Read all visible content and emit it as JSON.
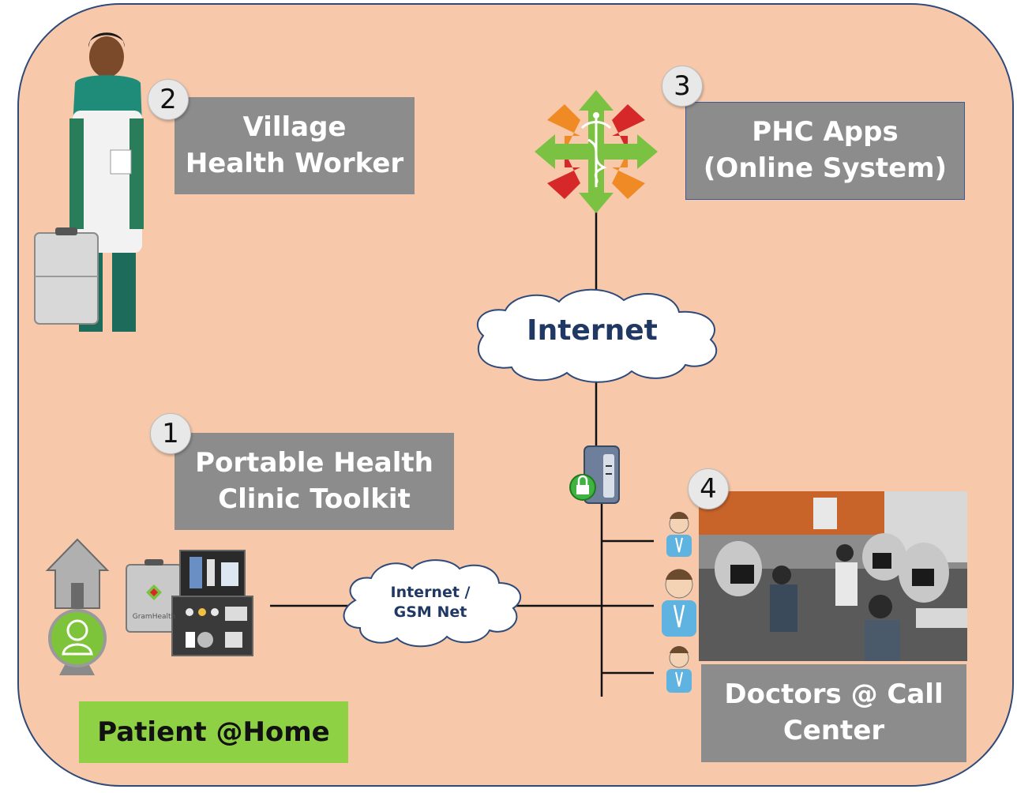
{
  "labels": {
    "village_health_worker": "Village\nHealth Worker",
    "phc_apps": "PHC Apps\n(Online System)",
    "portable_toolkit": "Portable Health\nClinic Toolkit",
    "doctors_call_center": "Doctors @ Call\nCenter",
    "patient_home": "Patient @Home"
  },
  "badges": {
    "one": "1",
    "two": "2",
    "three": "3",
    "four": "4"
  },
  "clouds": {
    "internet_main": "Internet",
    "internet_gsm": "Internet /\nGSM Net"
  },
  "toolkit_brand": "GramHealth",
  "colors": {
    "background": "#f7c9aa",
    "frame_border": "#2d4a7a",
    "label_gray": "#8c8c8c",
    "patient_green": "#8ed145",
    "cloud_text": "#1f3864"
  }
}
